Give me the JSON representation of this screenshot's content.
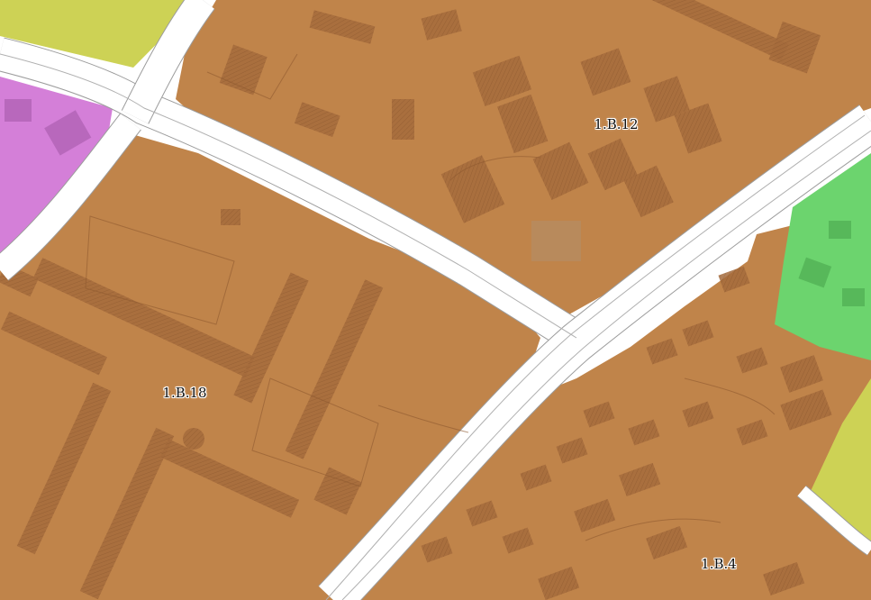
{
  "map": {
    "zones": [
      {
        "id": "1.B.12",
        "label": "1.B.12",
        "color": "#c0844a"
      },
      {
        "id": "1.B.18",
        "label": "1.B.18",
        "color": "#c0844a"
      },
      {
        "id": "1.B.4",
        "label": "1.B.4",
        "color": "#c0844a"
      }
    ],
    "colors": {
      "residential_zone": "#c0844a",
      "building": "#a56b3c",
      "commercial_zone": "#d47fd8",
      "green_zone": "#6cd46e",
      "yellow_zone": "#cdd255",
      "road": "#ffffff",
      "road_outline": "#9c9c9c"
    }
  }
}
